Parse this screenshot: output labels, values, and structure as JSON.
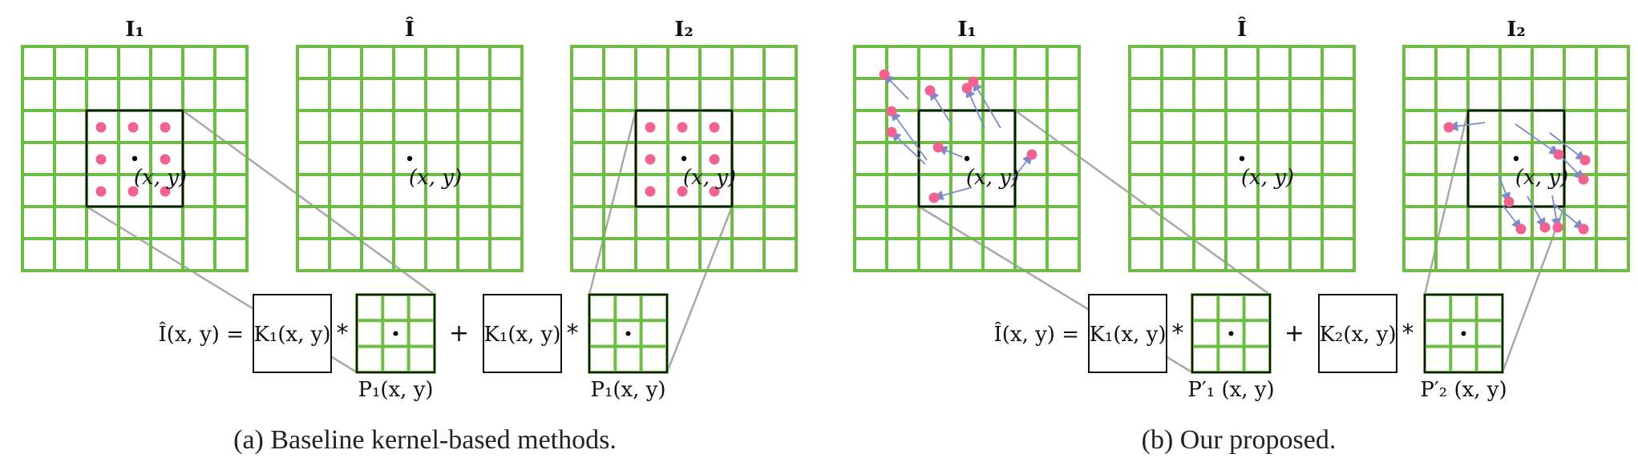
{
  "panels": [
    {
      "caption": "(a) Baseline kernel-based methods.",
      "grids": [
        {
          "title": "I₁",
          "label": "(x, y)"
        },
        {
          "title": "Î",
          "label": "(x, y)"
        },
        {
          "title": "I₂",
          "label": "(x, y)"
        }
      ],
      "equation": {
        "lhs": "Î(x, y) =",
        "kernel1": "K₁(x, y)",
        "kernel2": "K₁(x, y)",
        "conv": "*",
        "plus": "+",
        "patch1": "P₁(x, y)",
        "patch2": "P₁(x, y)"
      }
    },
    {
      "caption": "(b) Our proposed.",
      "grids": [
        {
          "title": "I₁",
          "label": "(x, y)"
        },
        {
          "title": "Î",
          "label": "(x, y)"
        },
        {
          "title": "I₂",
          "label": "(x, y)"
        }
      ],
      "equation": {
        "lhs": "Î(x, y) =",
        "kernel1": "K₁(x, y)",
        "kernel2": "K₂(x, y)",
        "conv": "*",
        "plus": "+",
        "patch1": "P′₁ (x, y)",
        "patch2": "P′₂ (x, y)"
      }
    }
  ],
  "colors": {
    "grid": "#6dbd45",
    "sample": "#f06292",
    "arrow": "#7b8cc9",
    "connector": "#a8a8a8",
    "window": "#111111"
  }
}
